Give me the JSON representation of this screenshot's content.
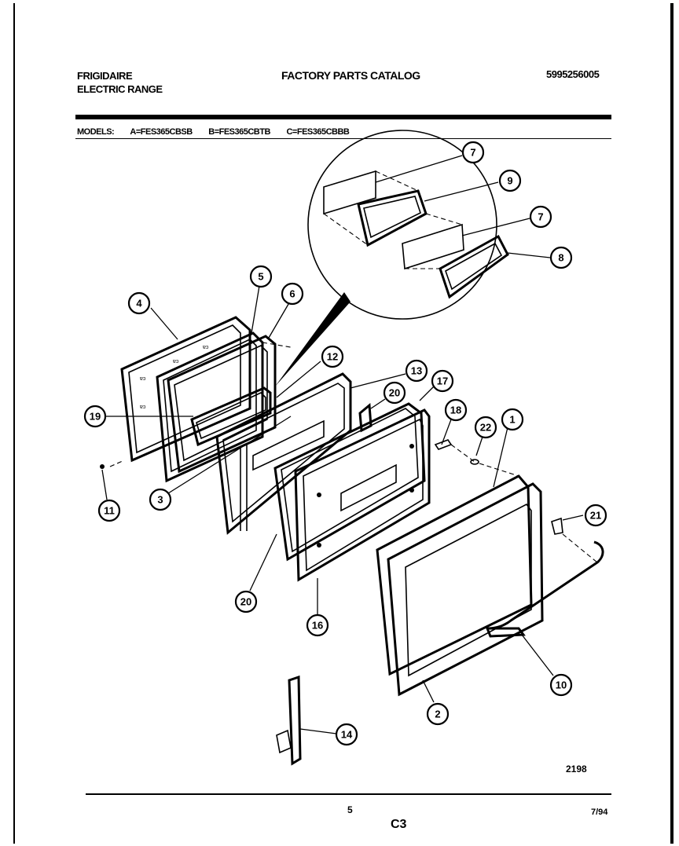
{
  "header": {
    "brand": "FRIGIDAIRE",
    "product": "ELECTRIC RANGE",
    "catalog_title": "FACTORY PARTS CATALOG",
    "catalog_number": "5995256005"
  },
  "models": {
    "label": "MODELS:",
    "list": [
      "A=FES365CBSB",
      "B=FES365CBTB",
      "C=FES365CBBB"
    ]
  },
  "diagram": {
    "callouts": [
      "7",
      "9",
      "7",
      "8",
      "5",
      "6",
      "4",
      "12",
      "13",
      "20",
      "17",
      "19",
      "18",
      "22",
      "1",
      "3",
      "11",
      "21",
      "20",
      "16",
      "10",
      "2",
      "14"
    ]
  },
  "footer": {
    "drawing_number": "2198",
    "page_number": "5",
    "date_code": "7/94",
    "section_code": "C3"
  }
}
